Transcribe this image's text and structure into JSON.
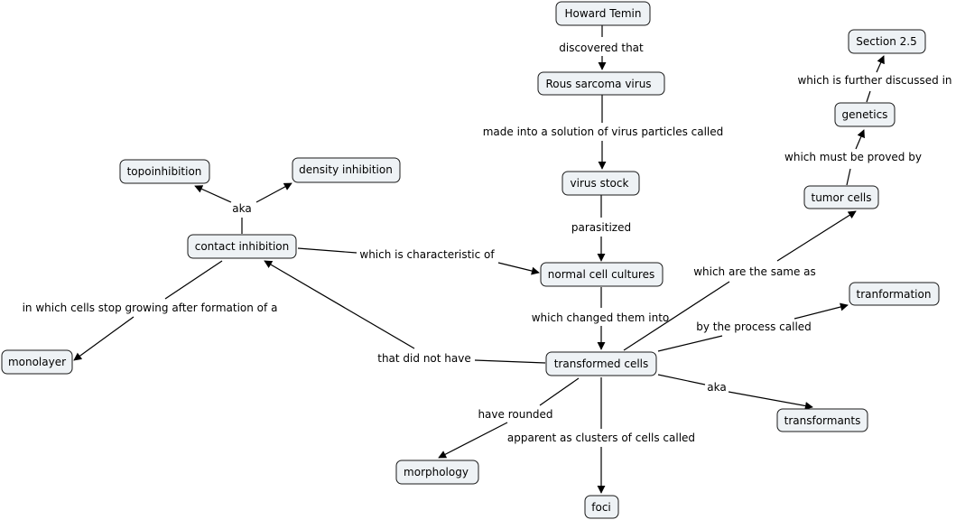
{
  "colors": {
    "node_fill": "#eef2f5",
    "node_border": "#1a1a1a",
    "line": "#000000",
    "background": "#ffffff"
  },
  "nodes": {
    "howard_temin": "Howard Temin",
    "rous_sarcoma_virus": "Rous sarcoma virus",
    "virus_stock": "virus stock",
    "normal_cell_cultures": "normal cell cultures",
    "transformed_cells": "transformed cells",
    "contact_inhibition": "contact inhibition",
    "topoinhibition": "topoinhibition",
    "density_inhibition": "density inhibition",
    "monolayer": "monolayer",
    "morphology": "morphology",
    "foci": "foci",
    "transformants": "transformants",
    "tranformation": "tranformation",
    "tumor_cells": "tumor cells",
    "genetics": "genetics",
    "section_2_5": "Section 2.5"
  },
  "links": {
    "discovered_that": "discovered that",
    "made_into_solution": "made into a solution of virus particles called",
    "parasitized": "parasitized",
    "which_changed_them_into": "which changed them into",
    "which_is_characteristic_of": "which is characteristic of",
    "aka_contact": "aka",
    "in_which_cells_stop": "in which cells stop growing after formation of a",
    "that_did_not_have": "that did not have",
    "have_rounded": "have rounded",
    "apparent_as_clusters": "apparent as clusters of cells called",
    "aka_transformed": "aka",
    "by_the_process_called": "by the process called",
    "which_are_the_same_as": "which are the same as",
    "which_must_be_proved_by": "which must be proved by",
    "which_is_further_discussed_in": "which is further discussed in"
  }
}
